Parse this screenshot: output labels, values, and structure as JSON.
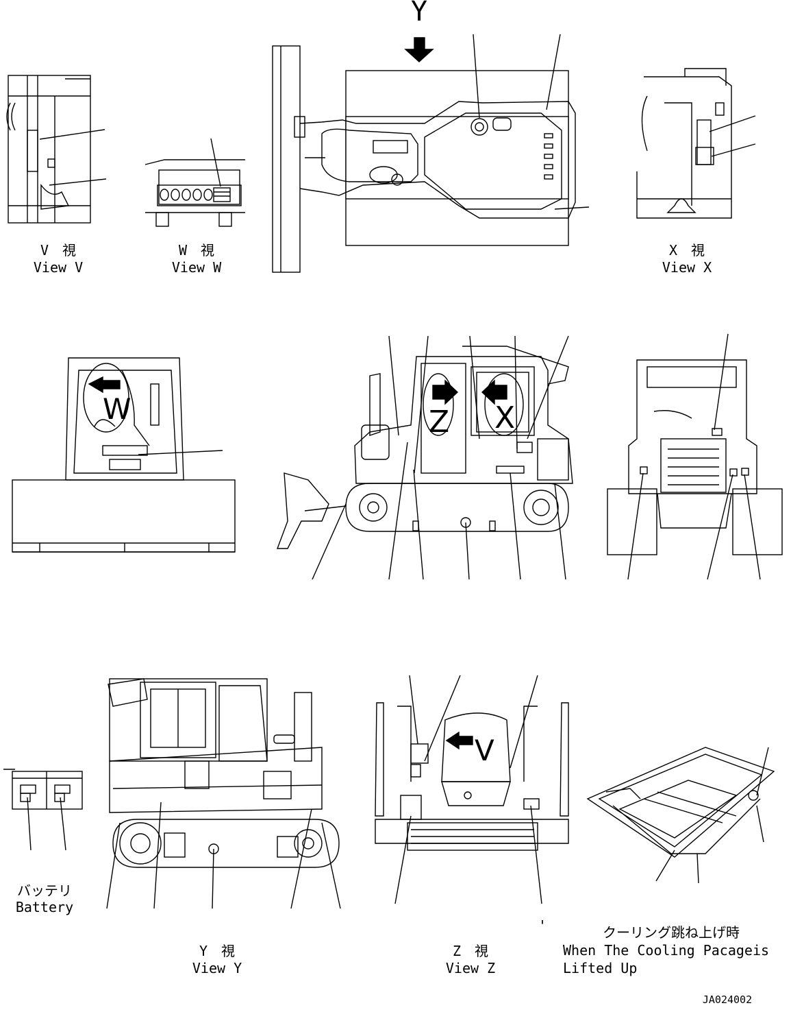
{
  "views": {
    "v": {
      "jp": "V　視",
      "en": "View V"
    },
    "w": {
      "jp": "W　視",
      "en": "View W"
    },
    "x": {
      "jp": "X　視",
      "en": "View X"
    },
    "y": {
      "jp": "Y　視",
      "en": "View Y"
    },
    "z": {
      "jp": "Z　視",
      "en": "View Z"
    }
  },
  "top_arrow_label": "Y",
  "arrow_letters": {
    "w": "W",
    "z": "Z",
    "x": "X",
    "v": "V"
  },
  "battery": {
    "jp": "バッテリ",
    "en": "Battery"
  },
  "cooling": {
    "jp": "クーリング跳ね上げ時",
    "en_line1": "When The Cooling Pacageis",
    "en_line2": "Lifted Up"
  },
  "drawing_code": "JA024002",
  "mark": "'"
}
